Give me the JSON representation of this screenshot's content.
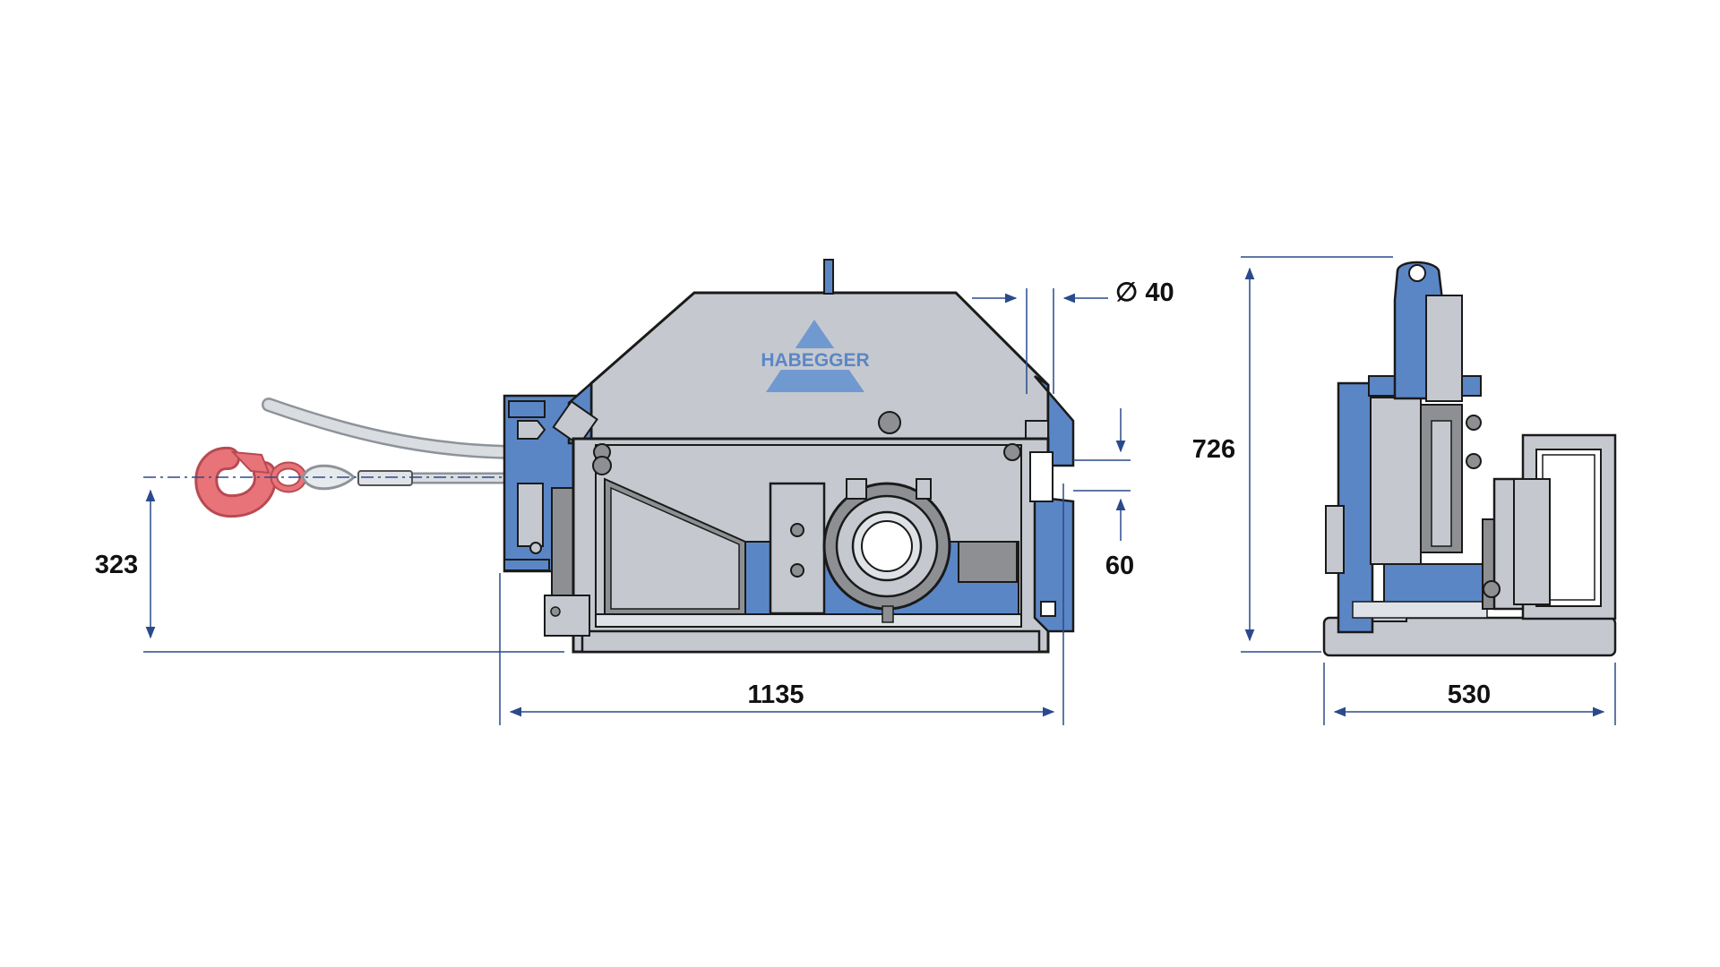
{
  "brand": {
    "logo_text": "HABEGGER"
  },
  "dimensions": {
    "cable_diameter": "∅ 40",
    "overall_length": "1135",
    "hook_height": "323",
    "inlet_height": "60",
    "overall_height": "726",
    "overall_width": "530"
  },
  "colors": {
    "machine_blue": "#5b86c6",
    "housing_grey": "#c5c9cf",
    "dimension_line": "#2a4a8c",
    "hook_red": "#e8747a",
    "outline": "#1a1a1a"
  }
}
